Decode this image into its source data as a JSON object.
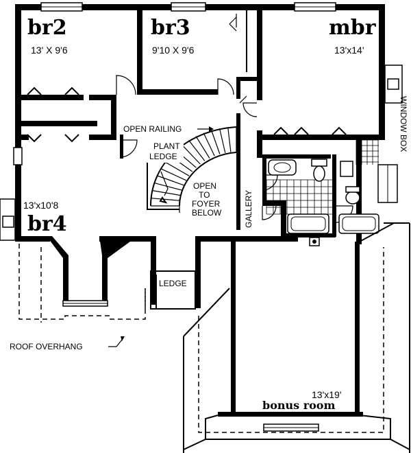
{
  "rooms": {
    "br2": {
      "name": "br2",
      "size": "13' X 9'6"
    },
    "br3": {
      "name": "br3",
      "size": "9'10 X 9'6"
    },
    "mbr": {
      "name": "mbr",
      "size": "13'x14'"
    },
    "br4": {
      "name": "br4",
      "size": "13'x10'8"
    },
    "bonus": {
      "name": "bonus room",
      "size": "13'x19'"
    }
  },
  "labels": {
    "open_railing": "OPEN RAILING",
    "plant_ledge_1": "PLANT",
    "plant_ledge_2": "LEDGE",
    "open_foyer_1": "OPEN",
    "open_foyer_2": "TO",
    "open_foyer_3": "FOYER",
    "open_foyer_4": "BELOW",
    "gallery": "GALLERY",
    "ledge": "LEDGE",
    "roof_overhang": "ROOF OVERHANG",
    "window_box": "WINDOW BOX"
  }
}
